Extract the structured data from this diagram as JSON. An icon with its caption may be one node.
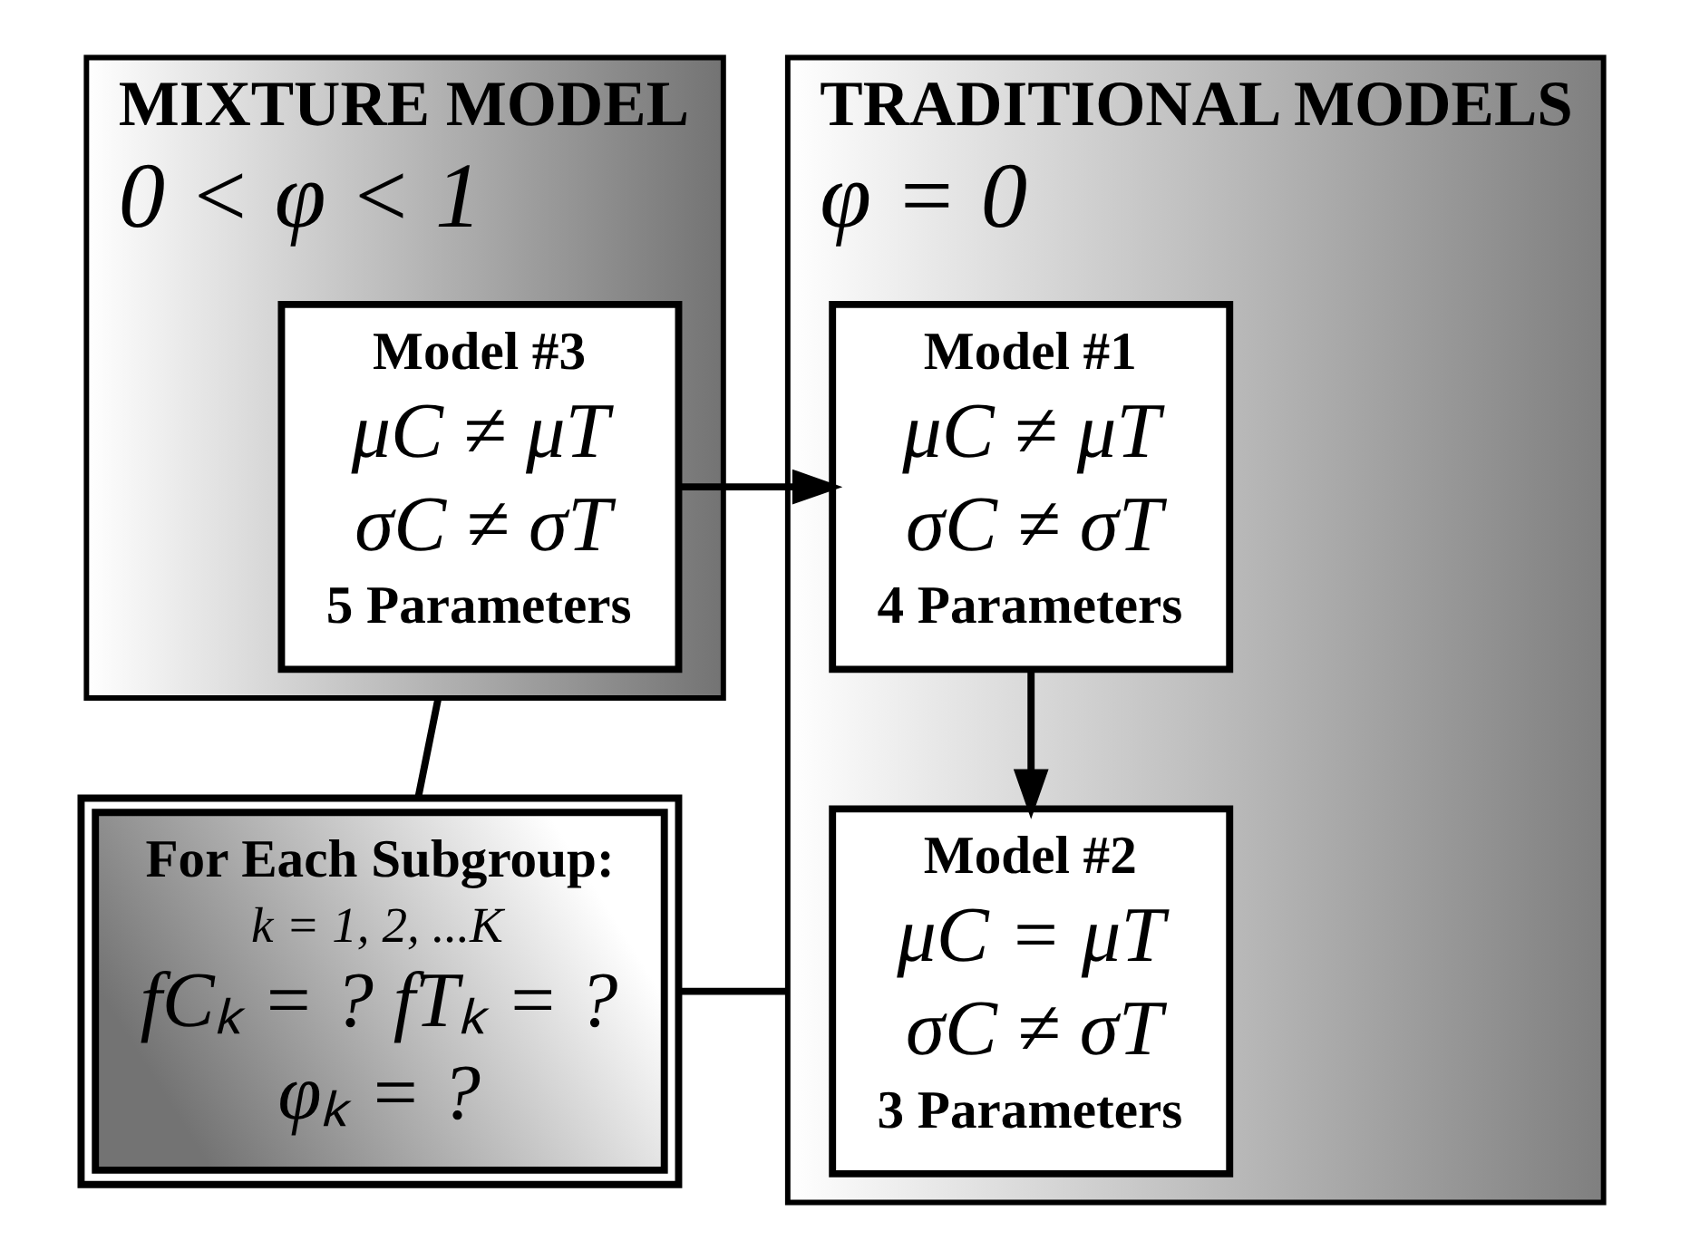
{
  "diagram": {
    "nodes": [
      {
        "text": [
          "MIXTURE MODEL",
          "0 < φ < 1"
        ]
      },
      {
        "text": [
          "Model #3",
          "μC ≠ μT",
          "σC ≠ σT",
          "5 Parameters"
        ],
        "in": 0
      },
      {
        "text": [
          "TRADITIONAL MODELS",
          "φ = 0"
        ]
      },
      {
        "text": [
          "Model #1",
          "μC ≠ μT",
          "σC ≠ σT",
          "4 Parameters"
        ],
        "in": 2
      },
      {
        "text": [
          "Model #2",
          "μC = μT",
          "σC ≠ σT",
          "3 Parameters"
        ],
        "in": 2
      },
      {
        "text": [
          "For Each Subgroup:",
          "k = 1, 2, ...K",
          "fCₖ = ? fTₖ = ?",
          "φₖ = ?"
        ]
      }
    ],
    "edges": [
      {
        "from": 1,
        "to": 3,
        "arrow": "to"
      },
      {
        "from": 3,
        "to": 4,
        "arrow": "to"
      },
      {
        "from": 5,
        "to": 2,
        "arrow": "none"
      },
      {
        "from": 5,
        "to": 0,
        "arrow": "none"
      }
    ]
  }
}
